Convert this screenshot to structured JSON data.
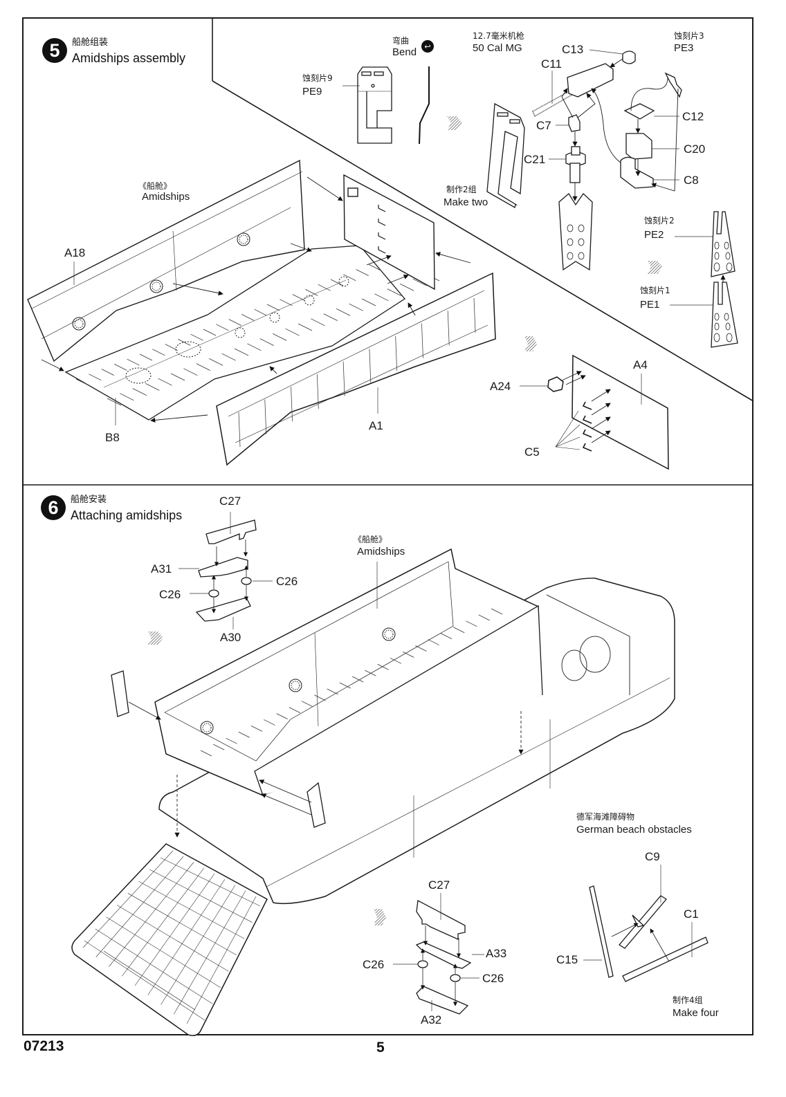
{
  "document": {
    "kit_number": "07213",
    "page_number": "5"
  },
  "step5": {
    "number": "5",
    "title_cn": "船舱组装",
    "title_en": "Amidships assembly",
    "amidships_cn": "《船舱》",
    "amidships_en": "Amidships",
    "bend_cn": "弯曲",
    "bend_en": "Bend",
    "mg_cn": "12.7毫米机枪",
    "mg_en": "50 Cal MG",
    "pe9_cn": "蚀刻片9",
    "pe9_en": "PE9",
    "pe3_cn": "蚀刻片3",
    "pe3_en": "PE3",
    "pe2_cn": "蚀刻片2",
    "pe2_en": "PE2",
    "pe1_cn": "蚀刻片1",
    "pe1_en": "PE1",
    "make_two_cn": "制作2组",
    "make_two_en": "Make two",
    "parts": {
      "A18": "A18",
      "B8": "B8",
      "A1": "A1",
      "A4": "A4",
      "A24": "A24",
      "C5": "C5",
      "C13": "C13",
      "C11": "C11",
      "C7": "C7",
      "C21": "C21",
      "C12": "C12",
      "C20": "C20",
      "C8": "C8"
    }
  },
  "step6": {
    "number": "6",
    "title_cn": "船舱安装",
    "title_en": "Attaching amidships",
    "amidships_cn": "《船舱》",
    "amidships_en": "Amidships",
    "obstacles_cn": "德军海滩障碍物",
    "obstacles_en": "German beach obstacles",
    "make_four_cn": "制作4组",
    "make_four_en": "Make four",
    "parts": {
      "C27_top": "C27",
      "A31": "A31",
      "C26_a": "C26",
      "C26_b": "C26",
      "A30": "A30",
      "C27_bottom": "C27",
      "A33": "A33",
      "C26_c": "C26",
      "C26_d": "C26",
      "A32": "A32",
      "C9": "C9",
      "C1": "C1",
      "C15": "C15"
    }
  },
  "icons": {
    "bend": "bend-arrow-icon",
    "direction": "hatched-arrow-icon"
  }
}
